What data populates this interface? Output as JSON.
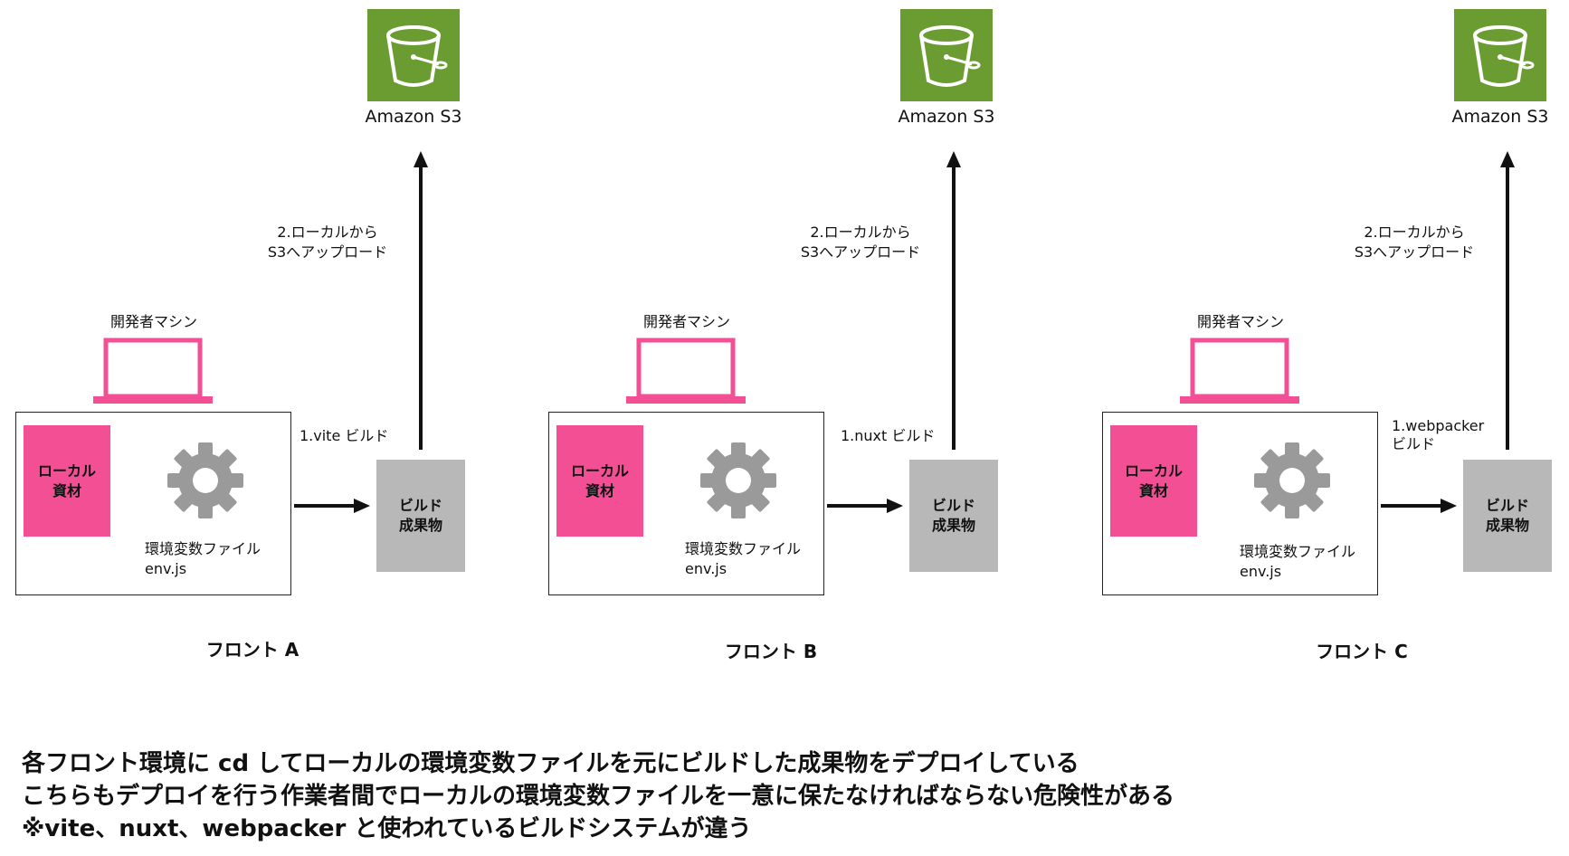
{
  "columns": [
    {
      "s3_label": "Amazon S3",
      "upload_line1": "2.ローカルから",
      "upload_line2": "S3へアップロード",
      "machine_label": "開発者マシン",
      "local_line1": "ローカル",
      "local_line2": "資材",
      "env_line1": "環境変数ファイル",
      "env_line2": "env.js",
      "build_line1": "1.vite ビルド",
      "build_line2": "",
      "artifact_line1": "ビルド",
      "artifact_line2": "成果物",
      "front_label": "フロント A"
    },
    {
      "s3_label": "Amazon S3",
      "upload_line1": "2.ローカルから",
      "upload_line2": "S3へアップロード",
      "machine_label": "開発者マシン",
      "local_line1": "ローカル",
      "local_line2": "資材",
      "env_line1": "環境変数ファイル",
      "env_line2": "env.js",
      "build_line1": "1.nuxt ビルド",
      "build_line2": "",
      "artifact_line1": "ビルド",
      "artifact_line2": "成果物",
      "front_label": "フロント B"
    },
    {
      "s3_label": "Amazon S3",
      "upload_line1": "2.ローカルから",
      "upload_line2": "S3へアップロード",
      "machine_label": "開発者マシン",
      "local_line1": "ローカル",
      "local_line2": "資材",
      "env_line1": "環境変数ファイル",
      "env_line2": "env.js",
      "build_line1": "1.webpacker",
      "build_line2": "ビルド",
      "artifact_line1": "ビルド",
      "artifact_line2": "成果物",
      "front_label": "フロント C"
    }
  ],
  "notes": [
    "各フロント環境に cd してローカルの環境変数ファイルを元にビルドした成果物をデプロイしている",
    "こちらもデプロイを行う作業者間でローカルの環境変数ファイルを一意に保たなければならない危険性がある",
    "※vite、nuxt、webpacker と使われているビルドシステムが違う"
  ],
  "colors": {
    "s3_green": "#6a9c31",
    "local_pink": "#f24f95",
    "laptop_pink": "#f24f95",
    "artifact_gray": "#b8b8b8",
    "gear_gray": "#9a9a9a"
  },
  "icons": [
    "bucket-icon",
    "laptop-icon",
    "gear-icon",
    "arrow-up-icon",
    "arrow-right-icon"
  ]
}
